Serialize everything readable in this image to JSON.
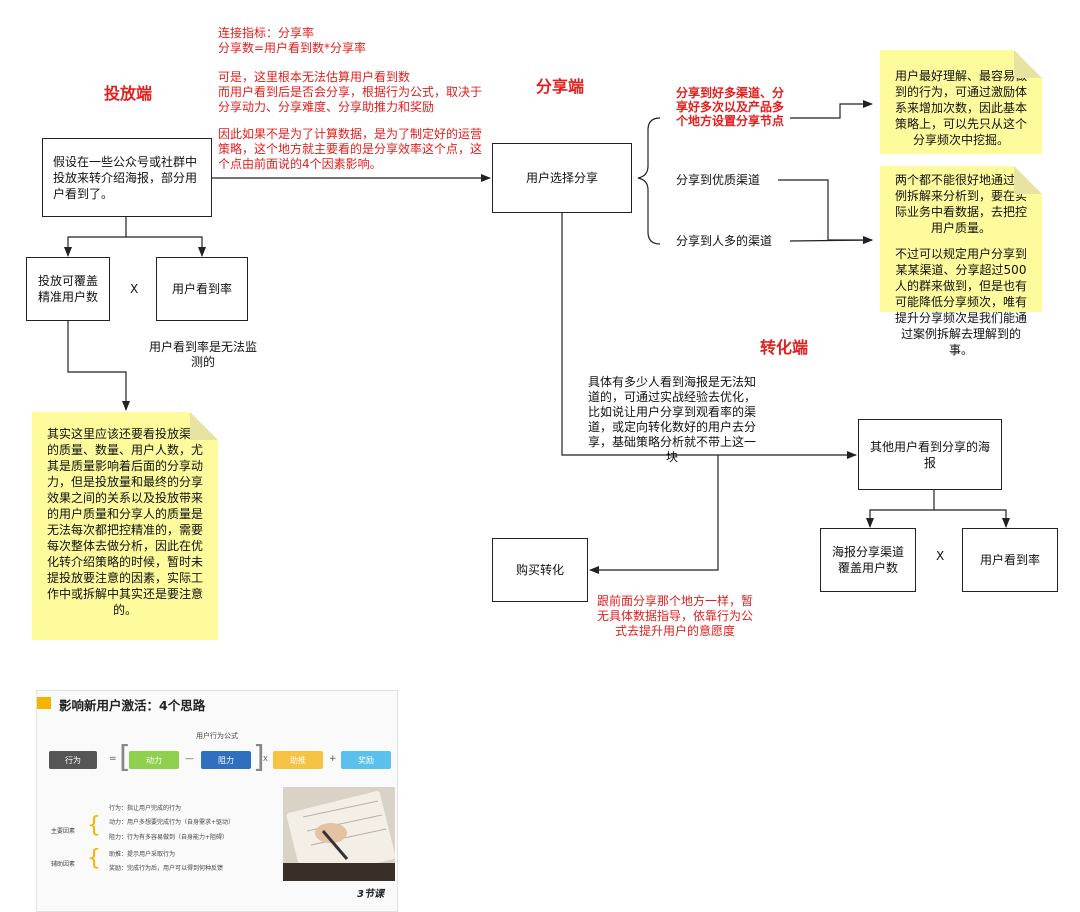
{
  "headings": {
    "launch": "投放端",
    "share": "分享端",
    "convert": "转化端"
  },
  "top_red_notes": {
    "line1": "连接指标：分享率",
    "line2": "分享数=用户看到数*分享率",
    "line3": "可是，这里根本无法估算用户看到数",
    "line4": "而用户看到后是否会分享，根据行为公式，取决于",
    "line5": "分享动力、分享难度、分享助推力和奖励",
    "line6": "因此如果不是为了计算数据，是为了制定好的运营",
    "line7": "策略，这个地方就主要看的是分享效率这个点，这",
    "line8": "个点由前面说的4个因素影响。"
  },
  "boxes": {
    "launch_main": "假设在一些公众号或社群中投放来转介绍海报，部分用户看到了。",
    "coverage": "投放可覆盖精准用户数",
    "times1": "X",
    "view_rate": "用户看到率",
    "user_share": "用户选择分享",
    "other_users": "其他用户看到分享的海报",
    "poster_coverage": "海报分享渠道覆盖用户数",
    "times2": "X",
    "view_rate2": "用户看到率",
    "purchase": "购买转化"
  },
  "labels": {
    "view_rate_note": "用户看到率是无法监测的",
    "share_many": "分享到好多渠道、分享好多次以及产品多个地方设置分享节点",
    "share_quality": "分享到优质渠道",
    "share_crowd": "分享到人多的渠道",
    "convert_note": "具体有多少人看到海报是无法知道的，可通过实战经验去优化，比如说让用户分享到观看率的渠道，或定向转化数好的用户去分享，基础策略分析就不带上这一块",
    "purchase_note": "跟前面分享那个地方一样，暂无具体数据指导，依靠行为公式去提升用户的意愿度"
  },
  "notes": {
    "launch_note": "其实这里应该还要看投放渠道的质量、数量、用户人数，尤其是质量影响着后面的分享动力，但是投放量和最终的分享效果之间的关系以及投放带来的用户质量和分享人的质量是无法每次都把控精准的，需要每次整体去做分析，因此在优化转介绍策略的时候，暂时未提投放要注意的因素，实际工作中或拆解中其实还是要注意的。",
    "share_note1": "用户最好理解、最容易做到的行为，可通过激励体系来增加次数，因此基本策略上，可以先只从这个分享频次中挖掘。",
    "share_note2a": "两个都不能很好地通过案例拆解来分析到，要在实际业务中看数据，去把控用户质量。",
    "share_note2b": "不过可以规定用户分享到某某渠道、分享超过500人的群来做到，但是也有可能降低分享频次，唯有提升分享频次是我们能通过案例拆解去理解到的事。"
  },
  "slide": {
    "title": "影响新用户激活：4个思路",
    "formula_title": "用户行为公式",
    "behavior": "行为",
    "motivation": "动力",
    "resistance": "阻力",
    "boost": "助推",
    "reward": "奖励",
    "eq": "=",
    "minus": "—",
    "times": "X",
    "plus": "+",
    "main_factor": "主要因素",
    "aux_factor": "辅助因素",
    "b1": "行为：指让用户完成的行为",
    "b2": "动力：用户多想要完成行为（自身需求+驱动）",
    "b3": "阻力：行为有多容易做到（自身能力+阻碍）",
    "b4": "助推：提示用户采取行为",
    "b5": "奖励：完成行为后，用户可以得到何种反馈",
    "logo": "3节课",
    "colors": {
      "behavior": "#555555",
      "motivation": "#8fd14f",
      "resistance": "#2f6fc0",
      "boost": "#f6c343",
      "reward": "#5bc0eb"
    }
  }
}
